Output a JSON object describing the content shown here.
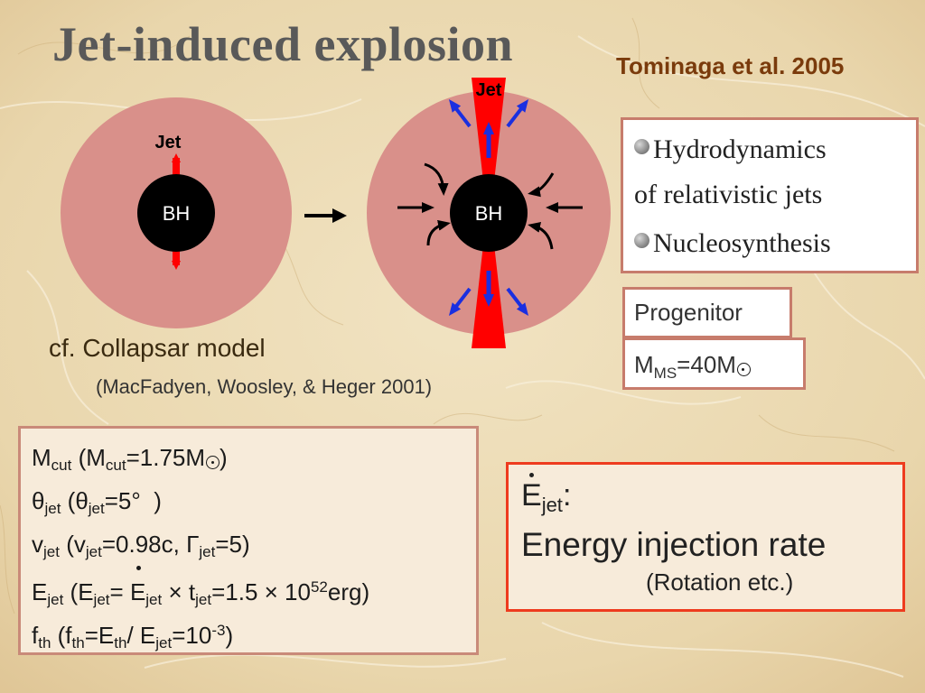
{
  "title": "Jet-induced explosion",
  "citation_top": "Tominaga et al. 2005",
  "diagram": {
    "jet_label": "Jet",
    "bh_label": "BH",
    "collapsar_caption": "cf. Collapsar model",
    "collapsar_ref": "(MacFadyen, Woosley, & Heger 2001)",
    "colors": {
      "star": "#d9908a",
      "black_hole": "#000000",
      "jet": "#ff0000",
      "outflow_arrow": "#1a2fe0",
      "inflow_arrow": "#000000"
    }
  },
  "topics": {
    "item1_line1": "Hydrodynamics",
    "item1_line2": "of relativistic jets",
    "item2": "Nucleosynthesis"
  },
  "progenitor": {
    "label": "Progenitor",
    "mass_symbol": "M",
    "mass_sub": "MS",
    "mass_value": "=40M"
  },
  "params": {
    "line1": {
      "sym": "M",
      "sub": "cut",
      "open": " (M",
      "sub2": "cut",
      "val": "=1.75M",
      "close": ")"
    },
    "line2": {
      "sym": "θ",
      "sub": "jet",
      "open": " (θ",
      "sub2": "jet",
      "val": "=5°  )"
    },
    "line3": {
      "sym": "v",
      "sub": "jet",
      "open": " (v",
      "sub2": "jet",
      "val": "=0.98c, Γ",
      "sub3": "jet",
      "val2": "=5)"
    },
    "line4": {
      "sym": "E",
      "sub": "jet",
      "open": " (E",
      "sub2": "jet",
      "eq": "= ",
      "edot": "E",
      "sub3": "jet",
      "times": " × t",
      "sub4": "jet",
      "val": "=1.5 × 10",
      "exp": "52",
      "unit": "erg)"
    },
    "line5": {
      "sym": "f",
      "sub": "th",
      "open": " (f",
      "sub2": "th",
      "eq": "=E",
      "sub3": "th",
      "slash": "/ E",
      "sub4": "jet",
      "val": "=10",
      "exp": "-3",
      "close": ")"
    }
  },
  "energy_box": {
    "symbol": "E",
    "sub": "jet",
    "colon": ":",
    "label": "Energy injection rate",
    "note": "(Rotation etc.)"
  }
}
